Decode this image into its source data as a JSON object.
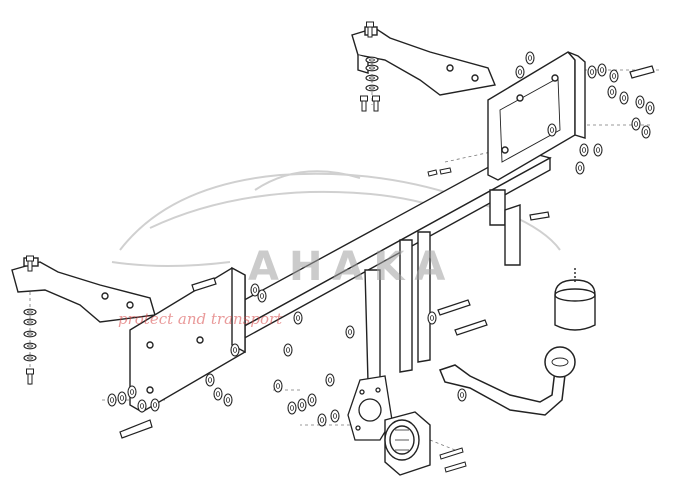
{
  "watermark": {
    "brand": "AHAKA",
    "tagline": "protect and transport",
    "brand_color": "#a0a0a0",
    "tagline_color": "#d74646"
  },
  "colors": {
    "line": "#222222",
    "background": "#ffffff",
    "dashed_line": "#777777"
  },
  "parts": [
    "main-crossbar",
    "left-side-bracket",
    "right-side-bracket",
    "right-vertical-plate",
    "left-vertical-plate",
    "tow-ball-neck",
    "tow-ball",
    "tow-ball-cap",
    "socket-plate",
    "electrical-socket",
    "bolt-nut-washer-sets"
  ]
}
